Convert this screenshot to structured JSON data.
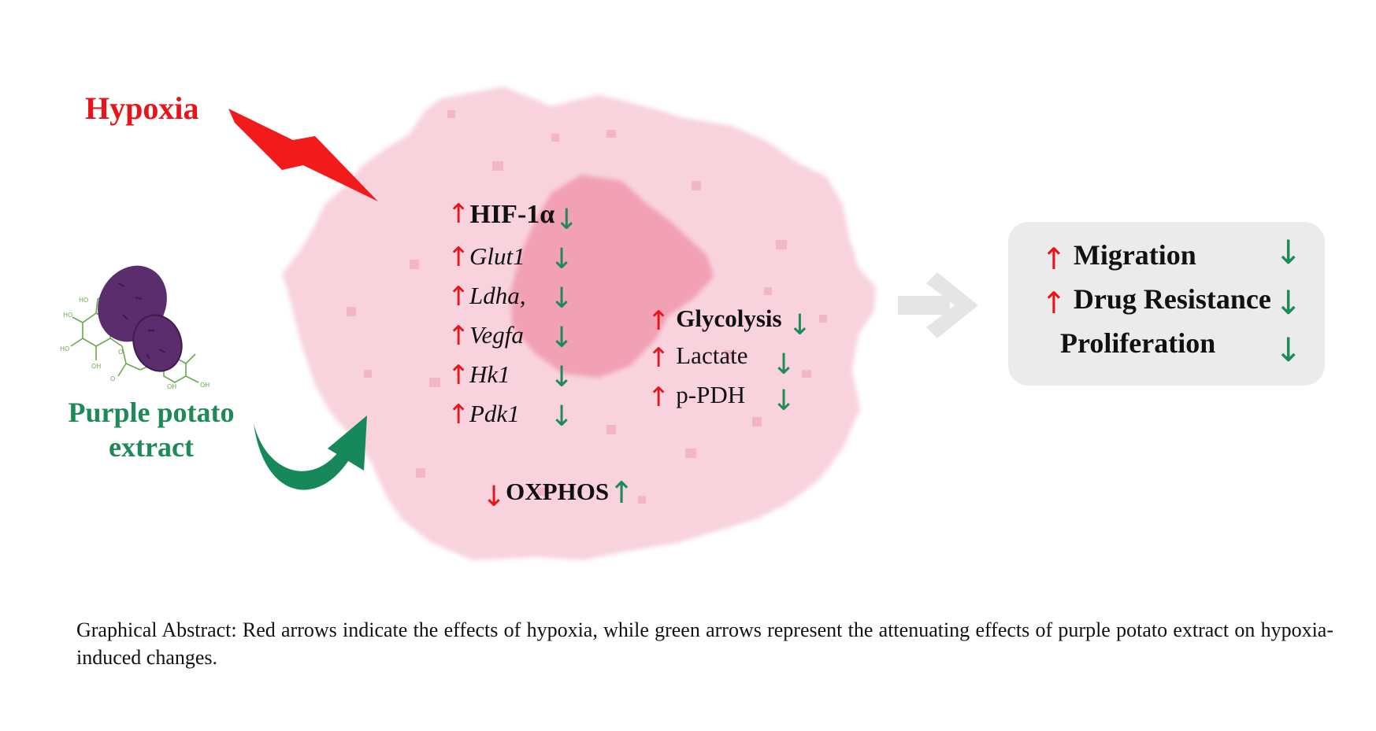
{
  "hypoxia": {
    "label": "Hypoxia"
  },
  "extract": {
    "label": "Purple potato extract"
  },
  "molecule": {
    "labels": [
      "HO",
      "O",
      "HO",
      "HO",
      "OH",
      "O",
      "O",
      "OH",
      "OH"
    ]
  },
  "genes": [
    {
      "name": "HIF-1α",
      "hypoxia_effect": "up",
      "extract_effect": "down"
    },
    {
      "name": "Glut1",
      "hypoxia_effect": "up",
      "extract_effect": "down"
    },
    {
      "name": "Ldha,",
      "hypoxia_effect": "up",
      "extract_effect": "down"
    },
    {
      "name": "Vegfa",
      "hypoxia_effect": "up",
      "extract_effect": "down"
    },
    {
      "name": "Hk1",
      "hypoxia_effect": "up",
      "extract_effect": "down"
    },
    {
      "name": "Pdk1",
      "hypoxia_effect": "up",
      "extract_effect": "down"
    }
  ],
  "metabolism": [
    {
      "name": "Glycolysis",
      "hypoxia_effect": "up",
      "extract_effect": "down"
    },
    {
      "name": "Lactate",
      "hypoxia_effect": "up",
      "extract_effect": "down"
    },
    {
      "name": "p-PDH",
      "hypoxia_effect": "up",
      "extract_effect": "down"
    }
  ],
  "oxphos": {
    "name": "OXPHOS",
    "hypoxia_effect": "down",
    "extract_effect": "up"
  },
  "outcomes": [
    {
      "name": "Migration",
      "hypoxia_effect": "up",
      "extract_effect": "down"
    },
    {
      "name": "Drug Resistance",
      "hypoxia_effect": "up",
      "extract_effect": "down"
    },
    {
      "name": "Proliferation",
      "hypoxia_effect": "",
      "extract_effect": "down"
    }
  ],
  "arrows": {
    "up": "↑",
    "down": "↓"
  },
  "colors": {
    "hypoxia_red": "#e8141b",
    "extract_green": "#1e8a57",
    "cell_pink": "#f8d3dd",
    "nucleus_pink": "#f2a0b4",
    "outcome_box": "#ebebeb"
  },
  "caption": "Graphical Abstract: Red arrows indicate the effects of hypoxia, while green arrows represent the attenuating effects of purple potato extract on hypoxia-induced changes."
}
